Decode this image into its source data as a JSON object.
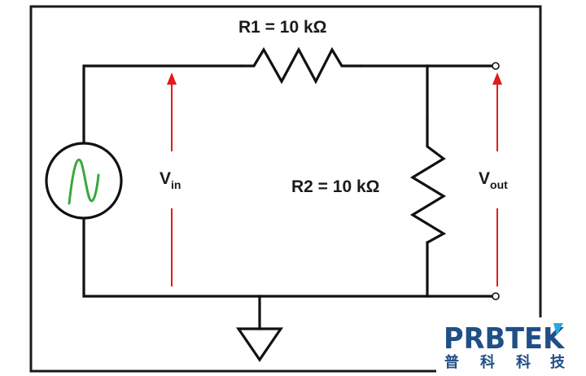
{
  "labels": {
    "r1": "R1 = 10 kΩ",
    "r2": "R2 = 10 kΩ",
    "vin_main": "V",
    "vin_sub": "in",
    "vout_main": "V",
    "vout_sub": "out"
  },
  "logo": {
    "name": "PRBTEK",
    "subtitle_chars": [
      "普",
      "科",
      "科",
      "技"
    ]
  },
  "colors": {
    "wire": "#111111",
    "arrow": "#e21b1b",
    "sine": "#3aa83a",
    "logo_blue": "#1f4f86",
    "logo_cyan": "#29a9df"
  }
}
